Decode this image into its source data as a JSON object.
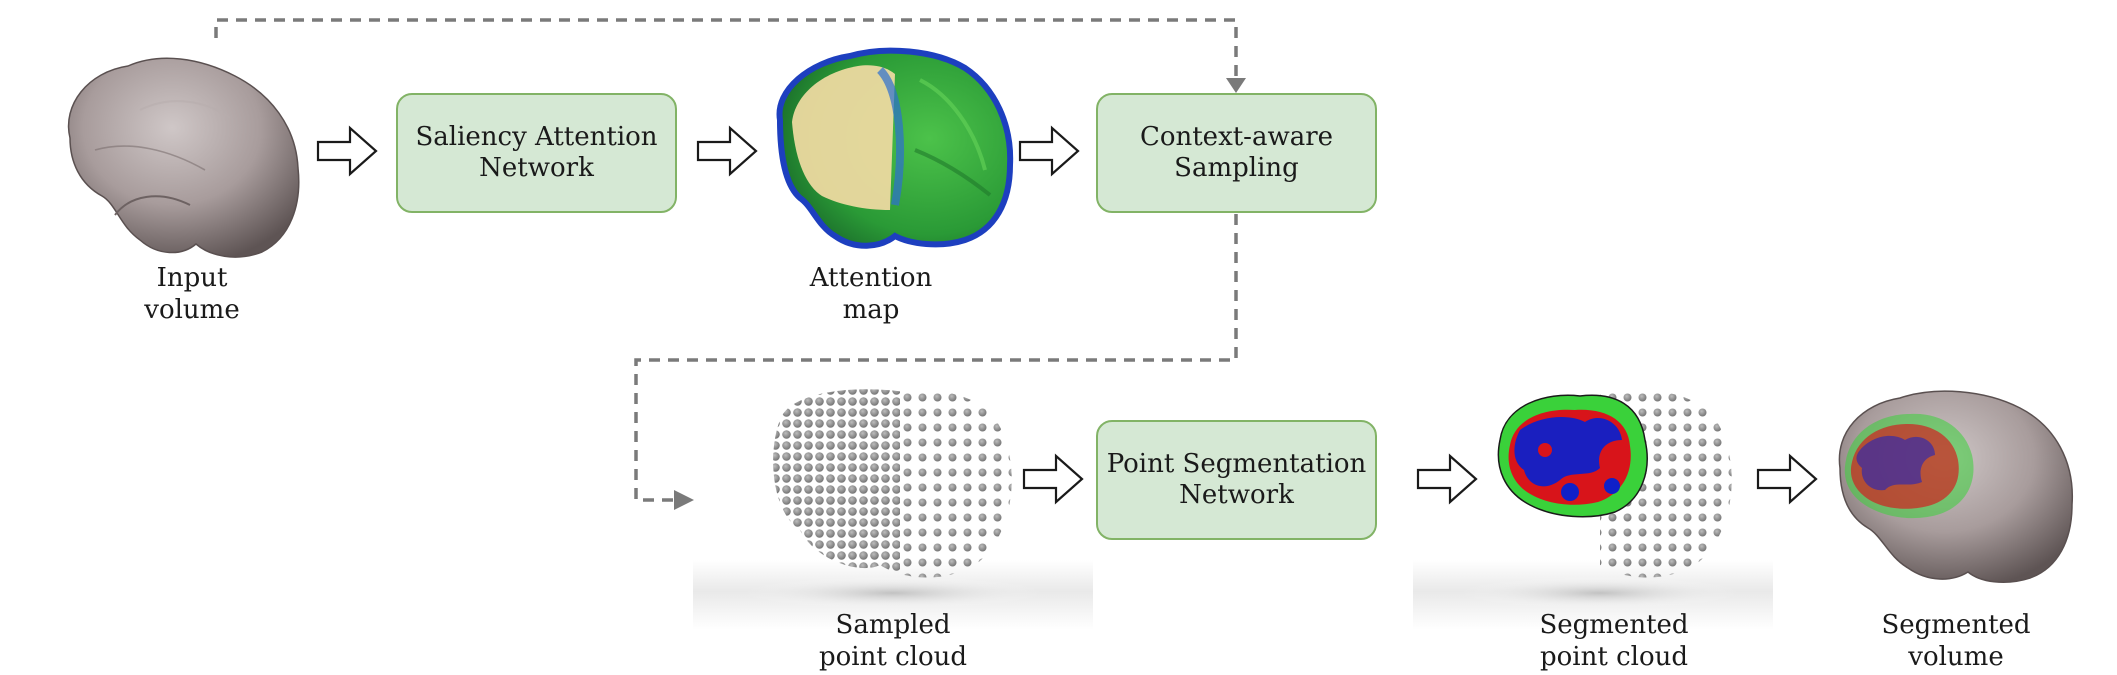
{
  "nodes": {
    "saliency": {
      "line1": "Saliency Attention",
      "line2": "Network"
    },
    "sampling": {
      "line1": "Context-aware",
      "line2": "Sampling"
    },
    "segnet": {
      "line1": "Point Segmentation",
      "line2": "Network"
    }
  },
  "captions": {
    "input": {
      "line1": "Input",
      "line2": "volume"
    },
    "attention": {
      "line1": "Attention",
      "line2": "map"
    },
    "sampled": {
      "line1": "Sampled",
      "line2": "point cloud"
    },
    "segmented_pc": {
      "line1": "Segmented",
      "line2": "point cloud"
    },
    "segmented_v": {
      "line1": "Segmented",
      "line2": "volume"
    }
  },
  "colors": {
    "box_fill": "#d5e8d4",
    "box_border": "#82b366",
    "dashed_line": "#7a7a7a",
    "brain_gray": "#9b8f8f",
    "attention_beige": "#ecd9a0",
    "attention_green": "#2e9e3a",
    "attention_blue": "#1d3fbf",
    "seg_red": "#d8141a",
    "seg_blue": "#1020c8",
    "seg_green": "#3ad13a"
  }
}
